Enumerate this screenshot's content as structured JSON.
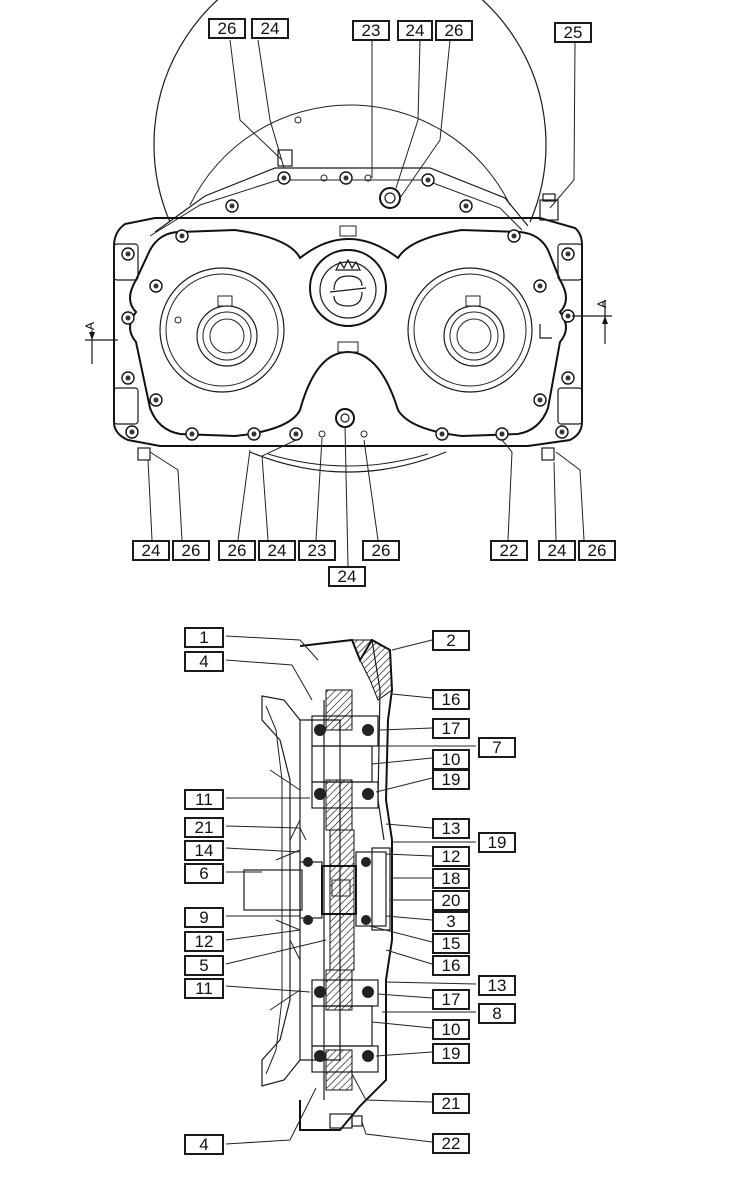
{
  "top_view": {
    "section_marker_left": "A",
    "section_marker_right": "A",
    "callouts_top": [
      "26",
      "24",
      "23",
      "24",
      "26",
      "25"
    ],
    "callouts_bottom": [
      "24",
      "26",
      "26",
      "24",
      "23",
      "26",
      "24",
      "22",
      "24",
      "26"
    ]
  },
  "section_view": {
    "callouts_left": [
      "1",
      "4",
      "11",
      "21",
      "14",
      "6",
      "9",
      "12",
      "5",
      "11",
      "4"
    ],
    "callouts_right": [
      "2",
      "16",
      "17",
      "7",
      "10",
      "19",
      "13",
      "19",
      "12",
      "18",
      "20",
      "3",
      "15",
      "16",
      "13",
      "17",
      "8",
      "10",
      "19",
      "21",
      "22"
    ]
  }
}
